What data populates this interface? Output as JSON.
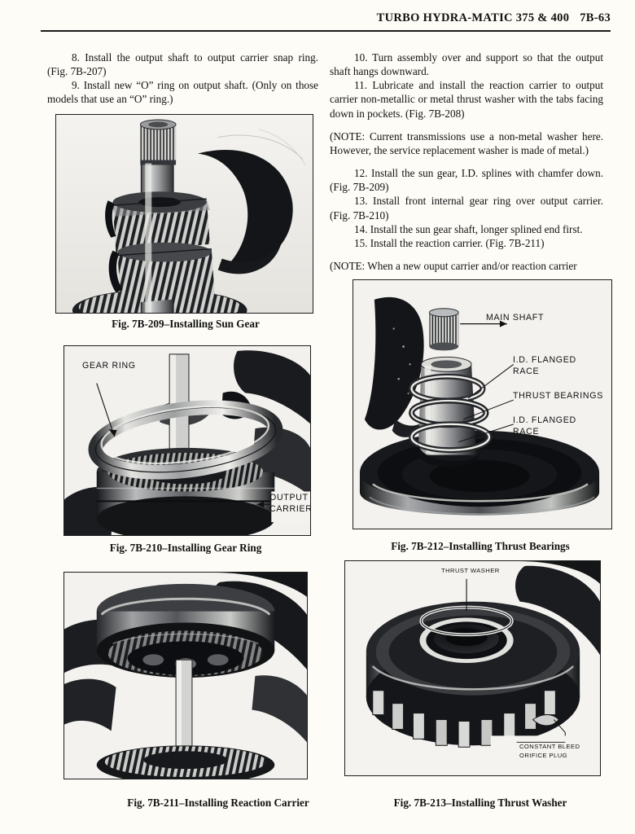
{
  "header": {
    "title": "TURBO HYDRA-MATIC 375 & 400",
    "page_number": "7B-63"
  },
  "left_column": {
    "paragraphs": [
      "8. Install the output shaft to output carrier snap ring. (Fig. 7B-207)",
      "9. Install new “O” ring on output shaft. (Only on those models that use an “O” ring.)"
    ]
  },
  "right_column": {
    "paragraphs": [
      "10. Turn assembly over and support so that the output shaft hangs downward.",
      "11. Lubricate and install the reaction carrier to output carrier non-metallic or metal thrust washer with the tabs facing down in pockets. (Fig. 7B-208)",
      "(NOTE: Current transmissions use a non-metal washer here. However, the service replacement washer is made of metal.)",
      "12. Install the sun gear, I.D. splines with chamfer down. (Fig. 7B-209)",
      "13. Install front internal gear ring over output carrier. (Fig. 7B-210)",
      "14. Install the sun gear shaft, longer splined end first.",
      "15. Install the reaction carrier. (Fig. 7B-211)",
      "(NOTE: When a new ouput carrier and/or reaction carrier"
    ]
  },
  "figures": {
    "fig209": {
      "caption": "Fig. 7B-209–Installing Sun Gear",
      "subject": "sun gear on output shaft"
    },
    "fig210": {
      "caption": "Fig. 7B-210–Installing Gear Ring",
      "labels": {
        "gear_ring": "GEAR RING",
        "output_carrier_line1": "OUTPUT",
        "output_carrier_line2": "CARRIER"
      }
    },
    "fig211": {
      "caption": "Fig. 7B-211–Installing Reaction Carrier",
      "subject": "reaction carrier lowered onto sun gear shaft"
    },
    "fig212": {
      "caption": "Fig. 7B-212–Installing Thrust Bearings",
      "labels": {
        "main_shaft": "MAIN SHAFT",
        "id_flanged_race_top_line1": "I.D. FLANGED",
        "id_flanged_race_top_line2": "RACE",
        "thrust_bearings": "THRUST BEARINGS",
        "id_flanged_race_bottom_line1": "I.D. FLANGED",
        "id_flanged_race_bottom_line2": "RACE"
      }
    },
    "fig213": {
      "caption": "Fig. 7B-213–Installing Thrust Washer",
      "labels": {
        "thrust_washer": "THRUST WASHER",
        "constant_bleed_line1": "CONSTANT BLEED",
        "constant_bleed_line2": "ORIFICE PLUG"
      }
    }
  },
  "colors": {
    "paper": "#fdfcf7",
    "ink": "#1a1a1a",
    "photo_dark": "#16171a",
    "photo_mid": "#8b8d90",
    "photo_light": "#e9e9e6"
  }
}
